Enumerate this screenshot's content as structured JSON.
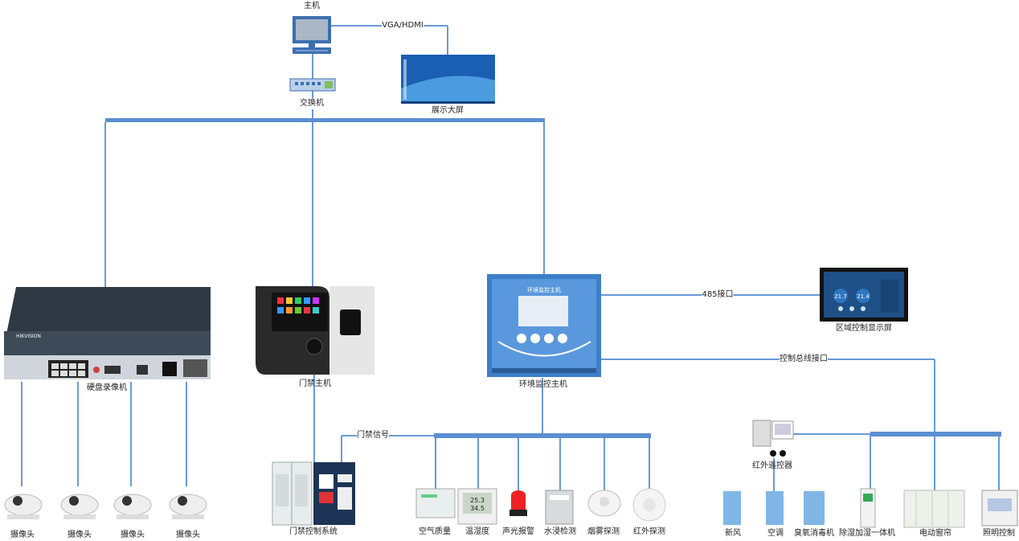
{
  "labels": {
    "host": "主机",
    "vga": "VGA/HDMI",
    "switch": "交换机",
    "bigscreen": "展示大屏",
    "nvr": "硬盘录像机",
    "access_host": "门禁主机",
    "env_host": "环境监控主机",
    "port485": "485接口",
    "zone_display": "区域控制显示屏",
    "bus_port": "控制总线接口",
    "access_signal": "门禁信号",
    "access_system": "门禁控制系统",
    "ir_controller": "红外遥控器",
    "camera1": "摄像头",
    "camera2": "摄像头",
    "camera3": "摄像头",
    "camera4": "摄像头",
    "air_quality": "空气质量",
    "temp_humidity": "温湿度",
    "sound_light_alarm": "声光报警",
    "water_leak": "水浸检测",
    "smoke": "烟雾探测",
    "infrared": "红外探测",
    "fresh_air": "新风",
    "ac": "空调",
    "ozone_sterilizer": "臭氧消毒机",
    "dehumidifier": "除湿加湿一体机",
    "electric_curtain": "电动窗帘",
    "lighting": "照明控制"
  },
  "screen_text": {
    "env_host_panel_title": "环境监控主机",
    "zone_display_value_1": "21.7",
    "zone_display_value_2": "21.4",
    "temp_display_line1": "25.3",
    "temp_display_line2": "34.5",
    "nvr_brand": "HIKVISION"
  },
  "colors": {
    "bus": "#5b8fd0",
    "line": "#6a9ad6",
    "panel_blue": "#3d7ec9",
    "screen_blue": "#1b5fb3"
  }
}
